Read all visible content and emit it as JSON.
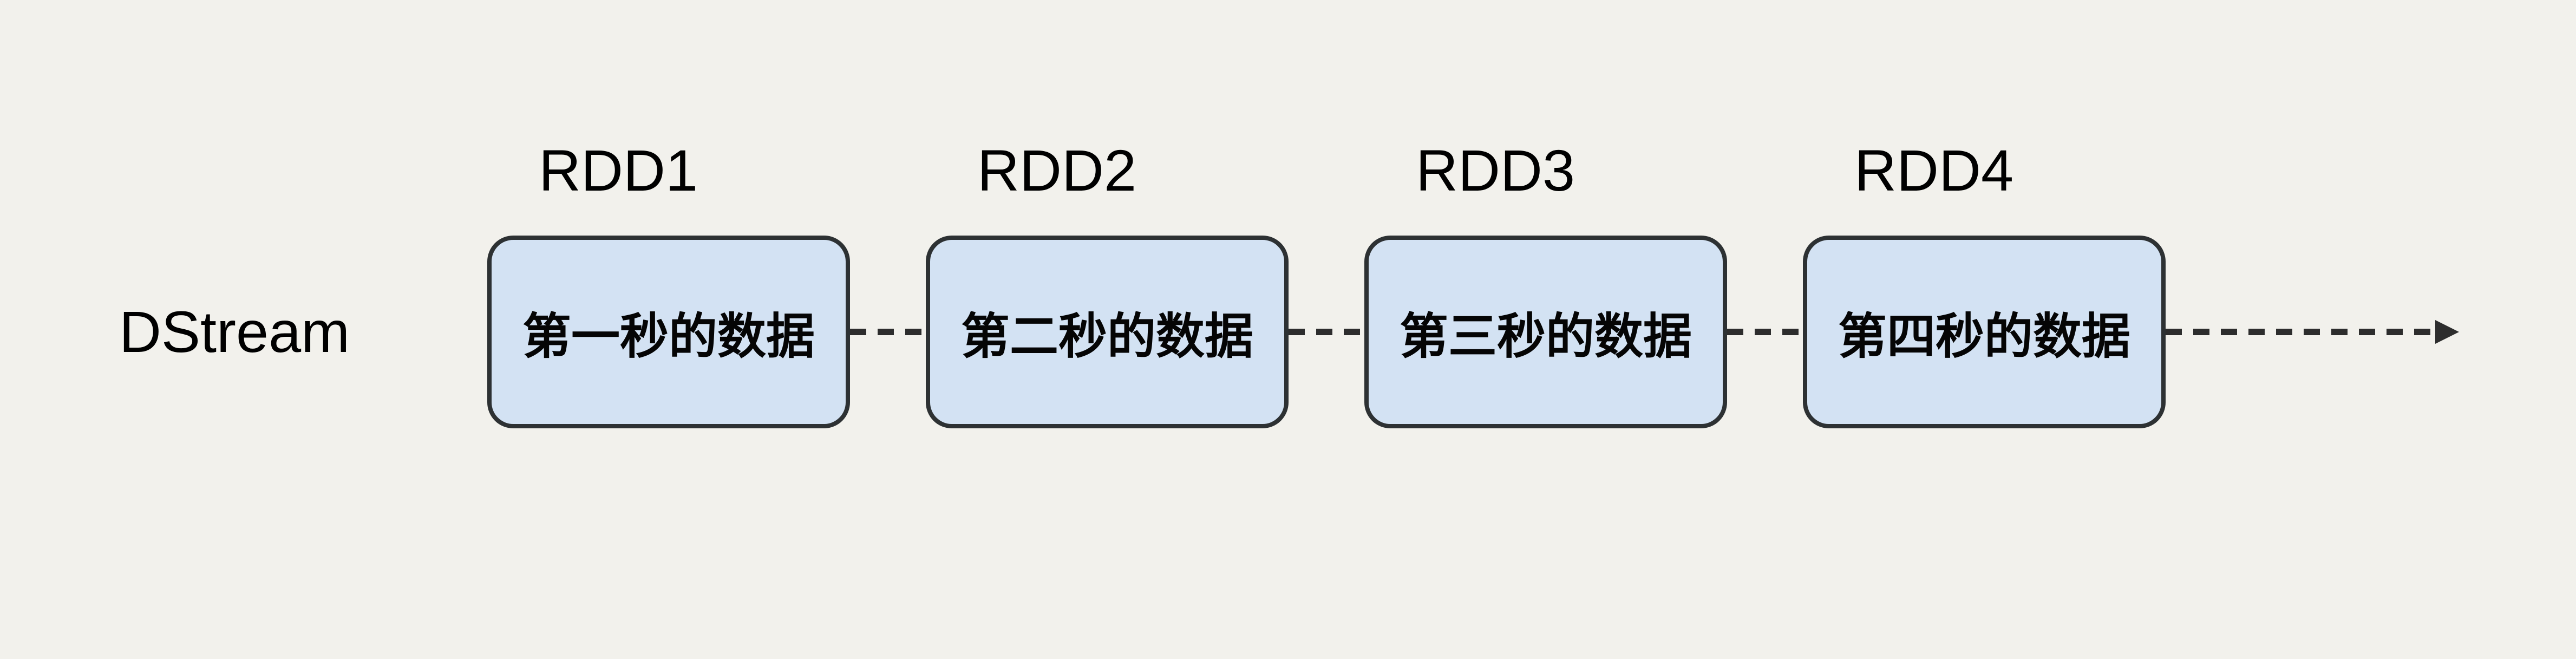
{
  "diagram": {
    "stream_label": "DStream",
    "units": [
      {
        "rdd_label": "RDD1",
        "box_text": "第一秒的数据"
      },
      {
        "rdd_label": "RDD2",
        "box_text": "第二秒的数据"
      },
      {
        "rdd_label": "RDD3",
        "box_text": "第三秒的数据"
      },
      {
        "rdd_label": "RDD4",
        "box_text": "第四秒的数据"
      }
    ],
    "colors": {
      "background": "#f2f1ec",
      "box_fill": "#d3e2f3",
      "box_border": "#2d3133",
      "connector": "#2d2d2d",
      "text": "#000000"
    }
  }
}
